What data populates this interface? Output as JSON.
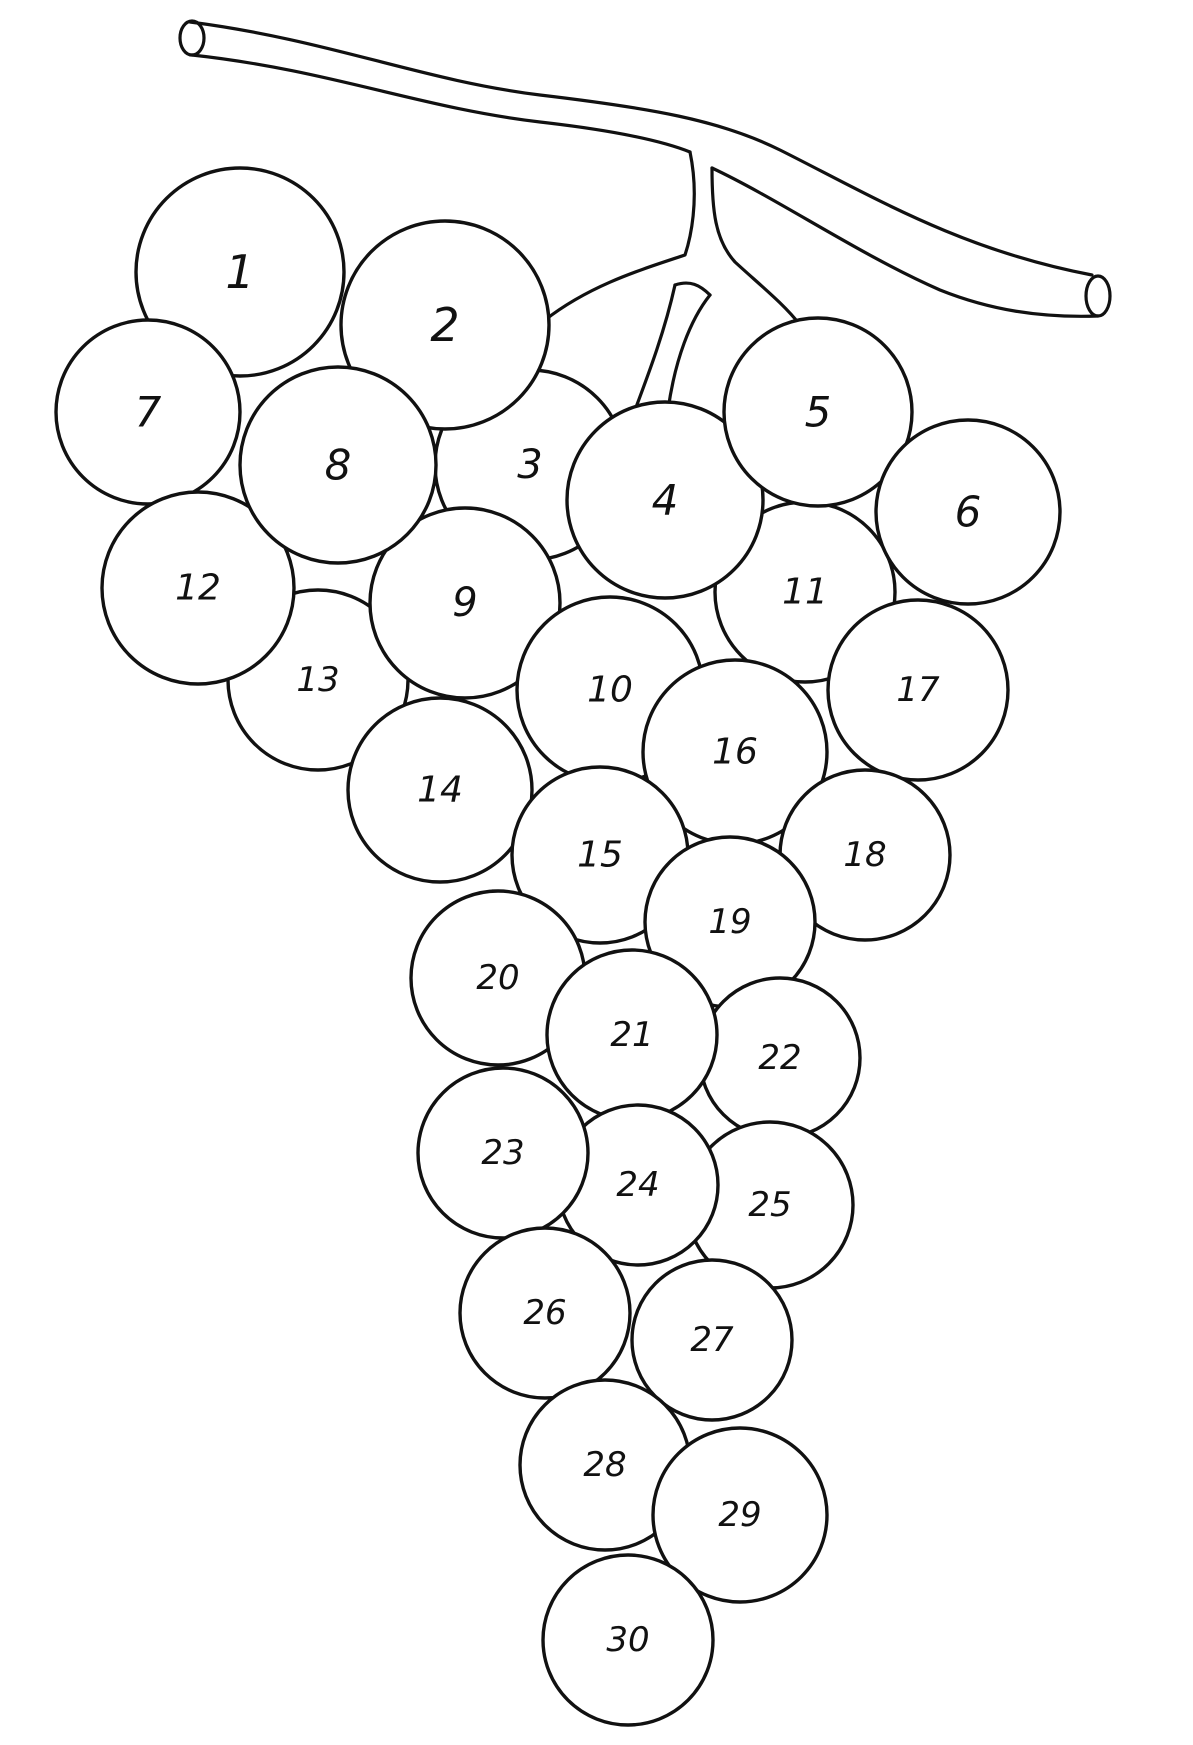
{
  "line_color": "#111111",
  "fill_color": "#ffffff",
  "grape_labels": [
    "1",
    "2",
    "3",
    "4",
    "5",
    "6",
    "7",
    "8",
    "9",
    "10",
    "11",
    "12",
    "13",
    "14",
    "15",
    "16",
    "17",
    "18",
    "19",
    "20",
    "21",
    "22",
    "23",
    "24",
    "25",
    "26",
    "27",
    "28",
    "29",
    "30"
  ]
}
